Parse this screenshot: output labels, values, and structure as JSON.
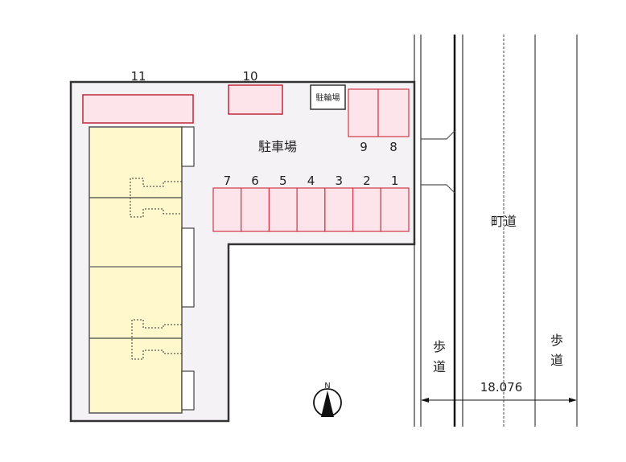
{
  "parking_labels": {
    "p11": "11",
    "p10": "10",
    "p9": "9",
    "p8": "8",
    "row": [
      "7",
      "6",
      "5",
      "4",
      "3",
      "2",
      "1"
    ]
  },
  "areas": {
    "parking_lot": "駐車場",
    "bicycle_parking": "駐輪場",
    "town_road": "町道",
    "sidewalk_left": [
      "歩",
      "道"
    ],
    "sidewalk_right": [
      "歩",
      "道"
    ]
  },
  "road_width": "18.076",
  "compass": {
    "north": "N"
  },
  "colors": {
    "site_fill": "#f5f2f5",
    "parking_fill": "#fde3ea",
    "parking_stroke": "#d0384a",
    "building_fill": "#fff8cc",
    "outline": "#333333"
  }
}
